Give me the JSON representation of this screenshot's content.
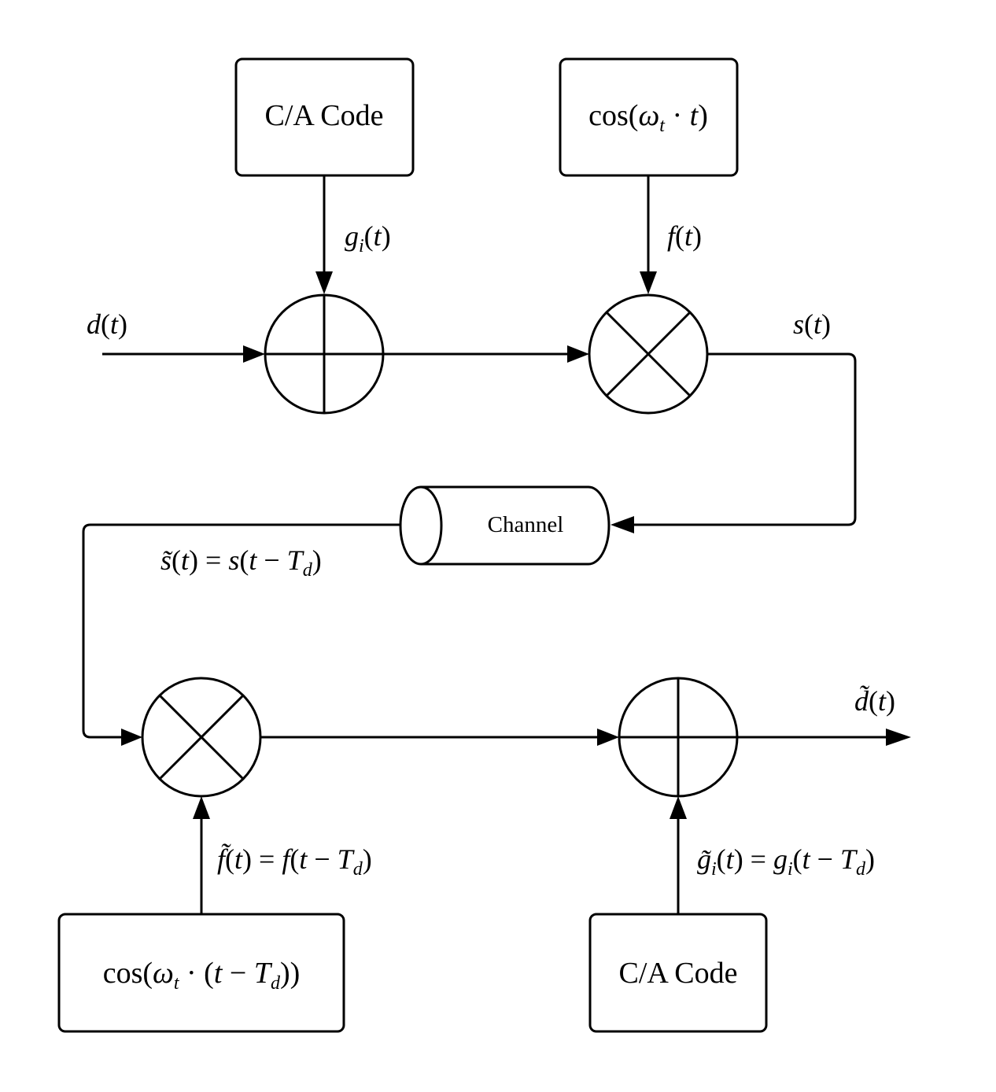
{
  "blocks": {
    "ca_code_top": "C/A Code",
    "carrier_top": "cos(ωₜ · t)",
    "channel": "Channel",
    "carrier_bottom": "cos(ωₜ · (t − T_d))",
    "ca_code_bottom": "C/A Code"
  },
  "signals": {
    "d": "d(t)",
    "g": "gᵢ(t)",
    "f": "f(t)",
    "s": "s(t)",
    "s_tilde": "s̃(t) = s(t − T_d)",
    "f_tilde": "f̃(t) = f(t − T_d)",
    "g_tilde": "g̃ᵢ(t) = gᵢ(t − T_d)",
    "d_tilde": "d̃(t)"
  },
  "operators": {
    "adder_symbol": "plus",
    "mixer_symbol": "cross"
  }
}
